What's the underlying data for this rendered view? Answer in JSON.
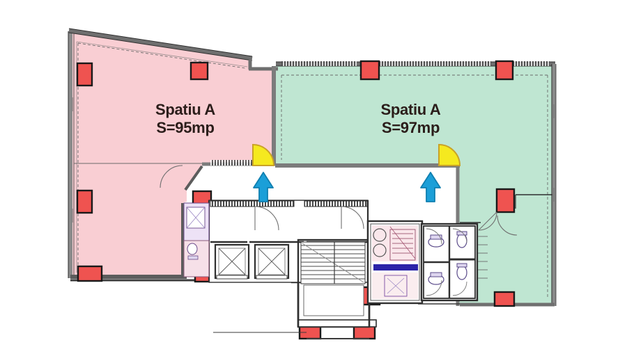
{
  "document": {
    "type": "architectural-floor-plan",
    "background_color": "#ffffff"
  },
  "palette": {
    "space_a_fill": "#f9ced3",
    "space_b_fill": "#bfe6d2",
    "column_fill": "#ef5350",
    "column_stroke": "#1a1a1a",
    "wall_dark": "#7d7d7d",
    "wall_thin": "#3a3a3a",
    "label_color": "#2b1d1a",
    "door_swing_fill": "#f5e91f",
    "door_swing_stroke": "#c9a227",
    "arrow_fill": "#1b9fd8",
    "arrow_stroke": "#0f7fb0",
    "fixture_violet": "#9a86c4",
    "fixture_pink": "#e8a0b0",
    "fixture_blue": "#2b23a8"
  },
  "spaces": [
    {
      "id": "space-a-left",
      "name": "Spatiu A",
      "line1": "Spatiu A",
      "line2": "S=95mp",
      "area_value": 95,
      "area_unit": "mp",
      "fill": "#f9ced3"
    },
    {
      "id": "space-a-right",
      "name": "Spatiu A",
      "line1": "Spatiu A",
      "line2": "S=97mp",
      "area_value": 97,
      "area_unit": "mp",
      "fill": "#bfe6d2"
    }
  ],
  "markers": {
    "entrance_left": {
      "icon": "entrance-arrow-icon",
      "swing_icon": "door-swing-icon",
      "direction": "up"
    },
    "entrance_right": {
      "icon": "entrance-arrow-icon",
      "swing_icon": "door-swing-icon",
      "direction": "up"
    }
  },
  "core": {
    "elevators": [
      {
        "id": "elevator-1",
        "icon": "elevator-shaft-icon"
      },
      {
        "id": "elevator-2",
        "icon": "elevator-shaft-icon"
      }
    ],
    "stair": {
      "id": "staircase",
      "icon": "stair-icon"
    },
    "restrooms": [
      {
        "id": "restroom-1",
        "icon": "toilet-icon"
      },
      {
        "id": "restroom-2",
        "icon": "toilet-icon"
      },
      {
        "id": "restroom-3",
        "icon": "toilet-icon"
      },
      {
        "id": "restroom-4",
        "icon": "toilet-icon"
      }
    ],
    "technical_room": {
      "id": "technical-room",
      "icon": "equipment-icon"
    }
  },
  "columns_count": 14
}
